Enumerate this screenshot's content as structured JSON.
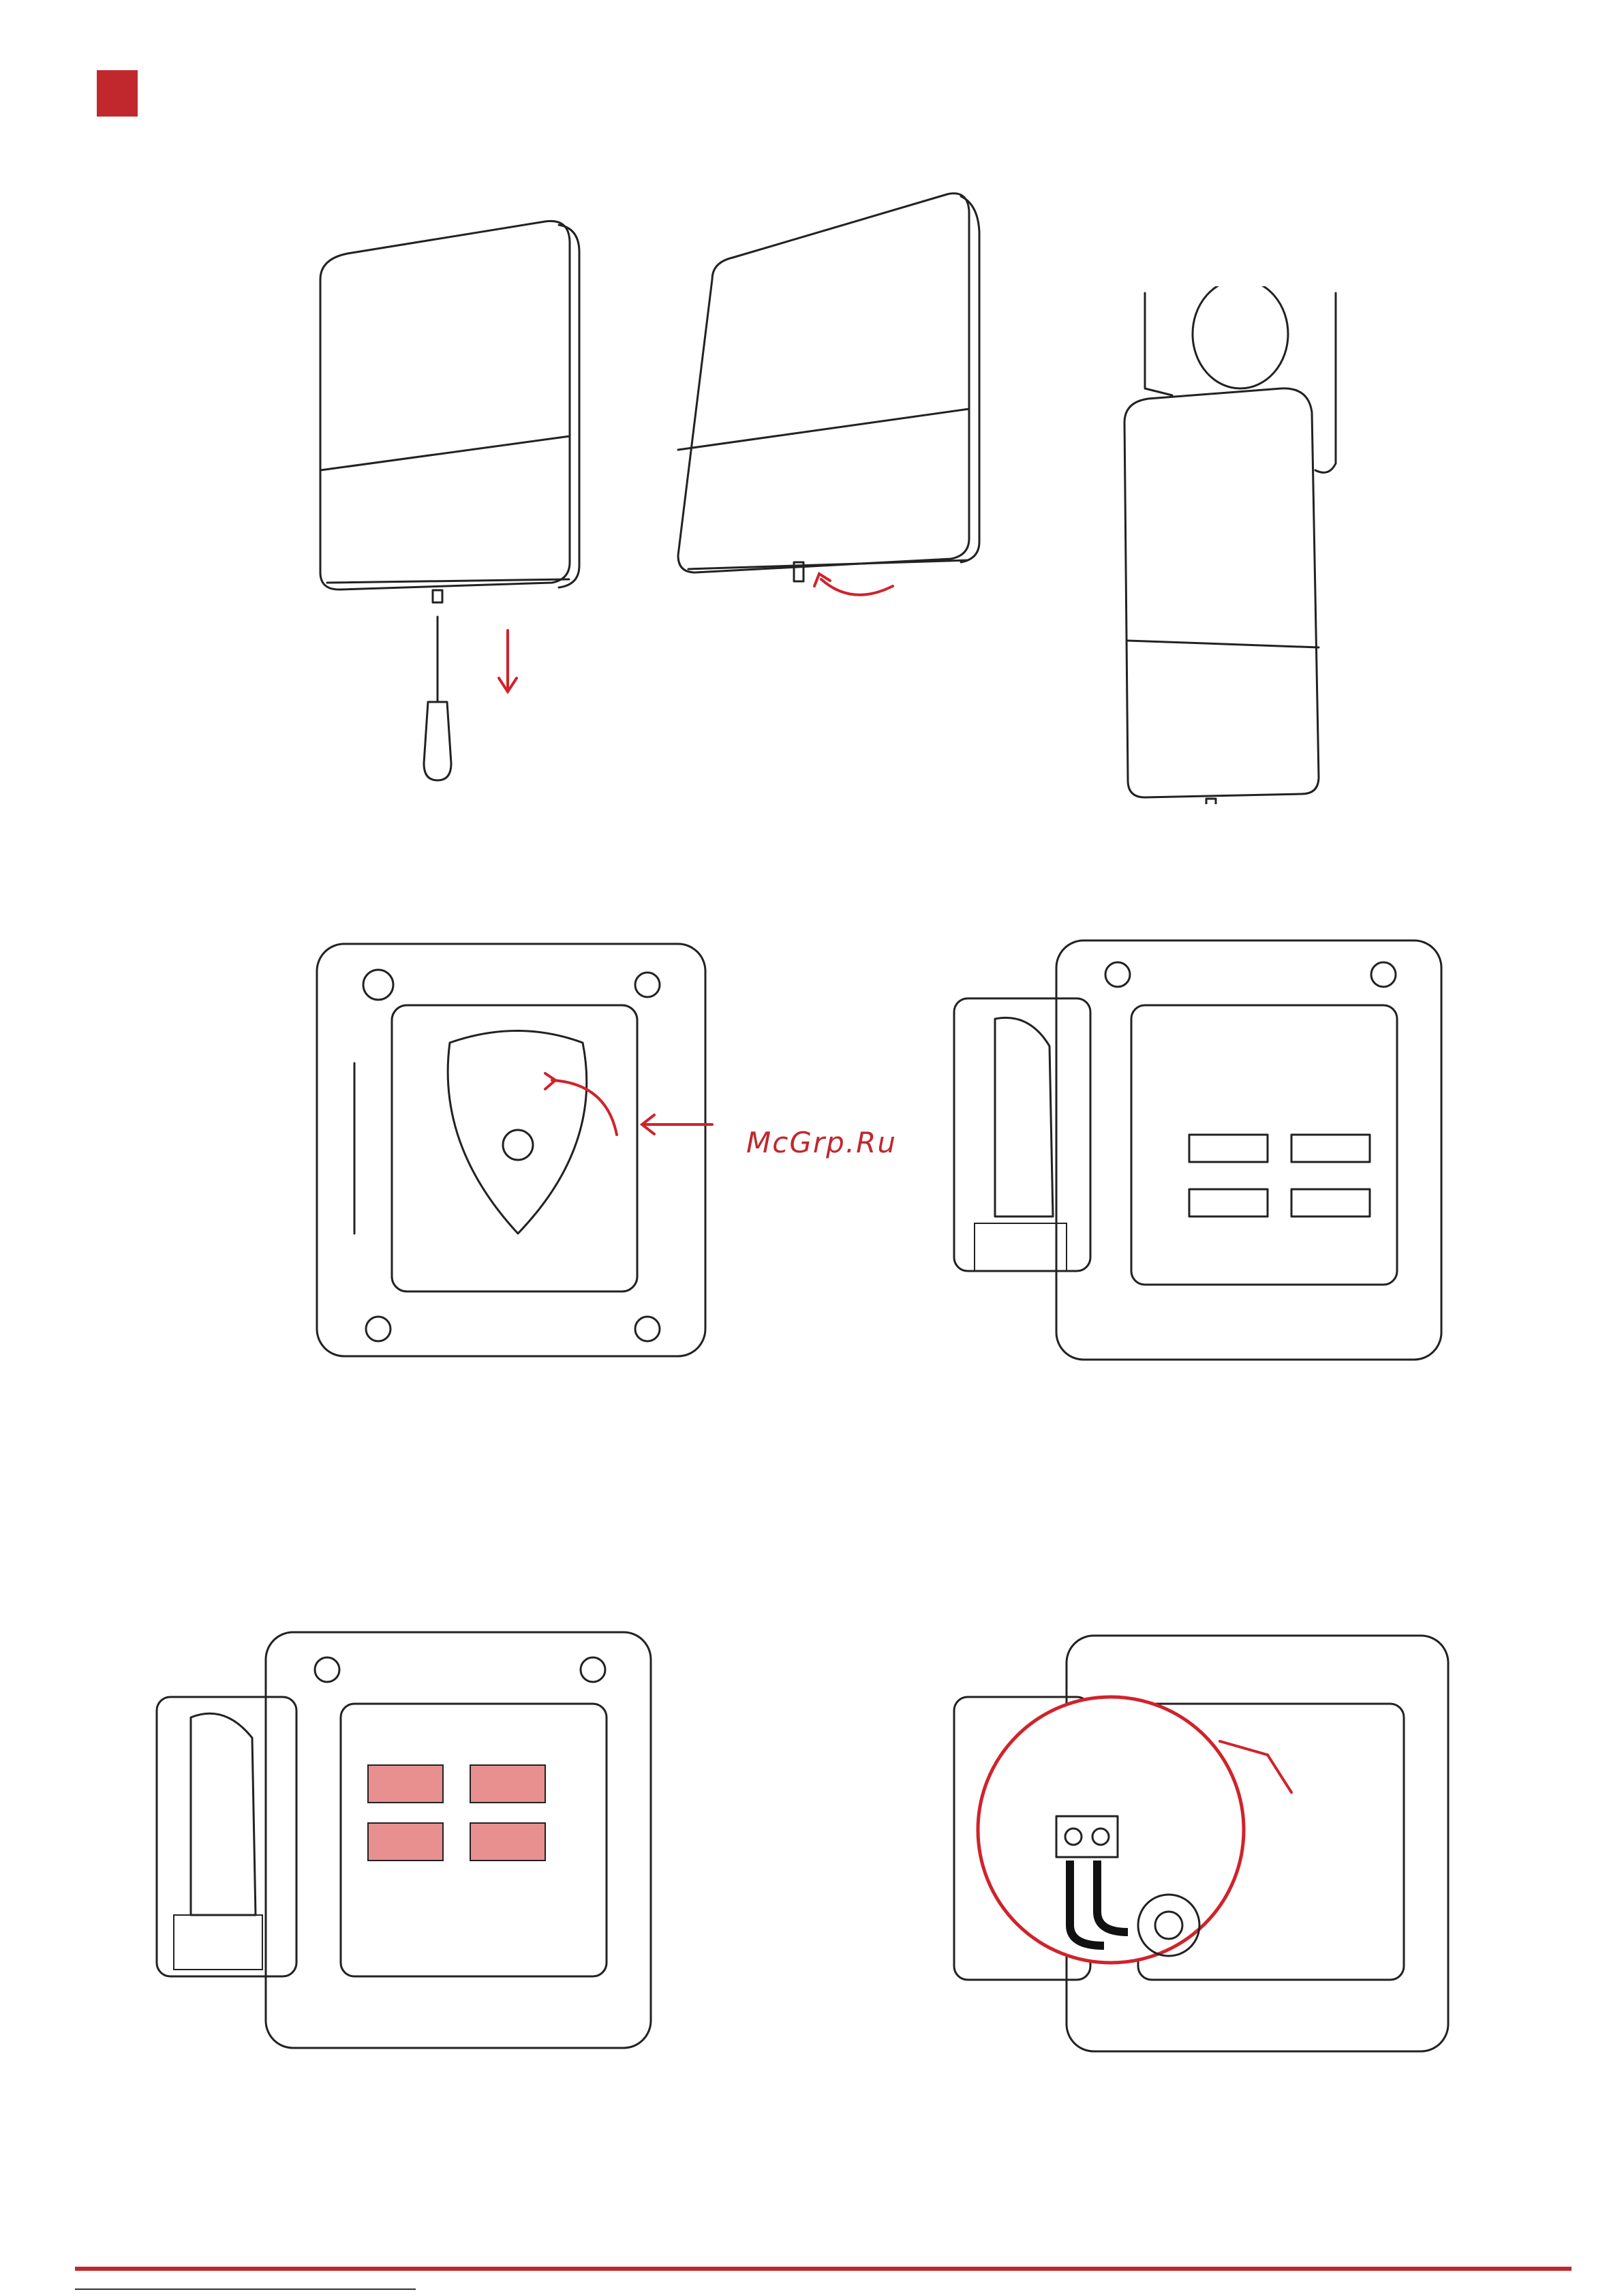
{
  "watermark": {
    "text": "McGrp.Ru"
  },
  "colors": {
    "accent": "#c0282d",
    "battery_highlight": "#e88f8f",
    "line": "#222222"
  },
  "figures": [
    {
      "id": "step-1",
      "content": "screwdriver-removing-screw"
    },
    {
      "id": "step-2",
      "content": "rotating-cover"
    },
    {
      "id": "step-3",
      "content": "lifting-cover"
    },
    {
      "id": "step-4",
      "content": "inner-lid-release"
    },
    {
      "id": "step-5",
      "content": "open-lid"
    },
    {
      "id": "step-6",
      "content": "batteries-highlighted"
    },
    {
      "id": "step-7",
      "content": "wiring-detail-zoom"
    }
  ]
}
